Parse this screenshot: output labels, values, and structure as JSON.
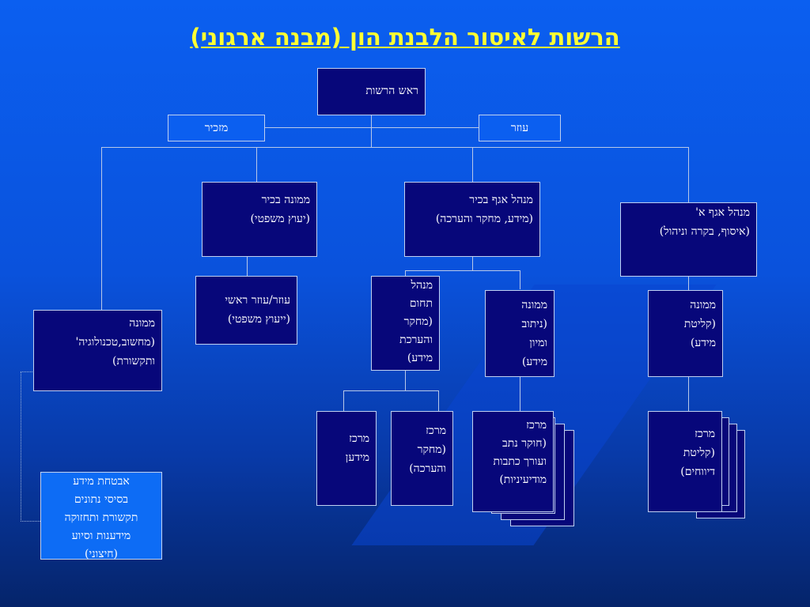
{
  "title": "הרשות לאיסור  הלבנת הון (מבנה ארגוני)",
  "colors": {
    "background": "#0b5ff0",
    "box_fill": "#07077a",
    "title": "#ffff33",
    "connector": "#b8c8e8"
  },
  "nodes": {
    "head": "ראש הרשות",
    "secretary": "מזכיר",
    "assistant": "עוזר",
    "legal_manager": "ממונה בכיר\n(יעוץ משפטי)",
    "research_division": "מנהל אגף בכיר\n(מידע, מחקר והערכה)",
    "collection_division": "מנהל אגף א'\n(איסוף, בקרה וניהול)",
    "legal_assistant": "עוזר/עוזר ראשי\n(ייעוץ משפטי)",
    "research_field": "מנהל\nתחום\n(מחקר\nוהערכת\nמידע)",
    "routing": "ממונה\n(ניתוב\nומיון\nמידע)",
    "intake": "ממונה\n(קליטת\nמידע)",
    "it": "ממונה\n(מחשוב,טכנולוגיה'\nותקשורת)",
    "info_center": "מרכז\nמידען",
    "research_center": "מרכז\n(מחקר\nוהערכה)",
    "investigator_center": "מרכז\n(חוקר נתב\nועורך כתבות\nמודיעיניות)",
    "reports_center": "מרכז\n(קליטת\nדיווחים)",
    "security": "אבטחת מידע\nבסיסי נתונים\nתקשורת ותחזוקה\nמידענות וסיוע\n(חיצוני)"
  }
}
